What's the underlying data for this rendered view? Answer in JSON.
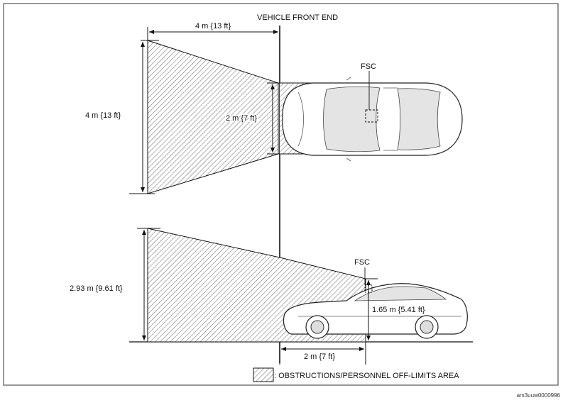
{
  "labels": {
    "vehicle_front_end": "VEHICLE FRONT END",
    "top_distance": "4 m {13 ft}",
    "top_width": "4 m {13 ft}",
    "top_inner_width": "2 m {7 ft}",
    "fsc_top": "FSC",
    "fsc_side": "FSC",
    "side_height": "2.93 m {9.61 ft}",
    "side_inner_height": "1.65 m {5.41 ft}",
    "side_distance": "2 m {7 ft}",
    "legend": ": OBSTRUCTIONS/PERSONNEL OFF-LIMITS AREA",
    "image_code": "am3uuw0000996"
  }
}
